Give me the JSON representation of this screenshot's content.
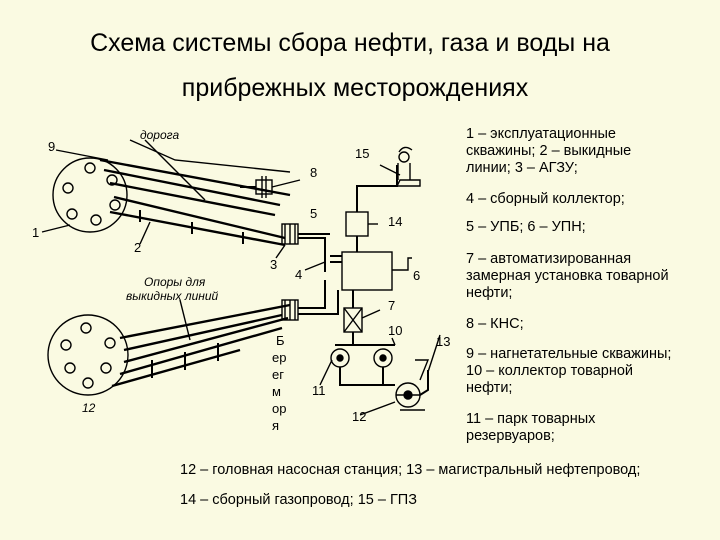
{
  "title": {
    "line1": "Схема системы сбора нефти, газа и воды на",
    "line2": "прибрежных месторождениях"
  },
  "legend": [
    "1 – эксплуатационные",
    "скважины; 2 – выкидные",
    "линии; 3 – АГЗУ;",
    "4 – сборный коллектор;",
    "5 – УПБ; 6 – УПН;",
    "7 – автоматизированная",
    "замерная установка товарной",
    "нефти;",
    "8 – КНС;",
    "9 – нагнетательные скважины;",
    "10 – коллектор товарной",
    "нефти;",
    "11 – парк товарных",
    "резервуаров;"
  ],
  "bottom": [
    "12 – головная насосная станция; 13 – магистральный нефтепровод;",
    "14 – сборный газопровод; 15 – ГПЗ"
  ],
  "diagram_labels": {
    "road": "дорога",
    "supports_1": "Опоры для",
    "supports_2": "выкидных линий",
    "shore": [
      "Б",
      "ер",
      "ег",
      "м",
      "ор",
      "я"
    ],
    "n9": "9",
    "n1": "1",
    "n2": "2",
    "n3": "3",
    "n4": "4",
    "n5": "5",
    "n6": "6",
    "n7": "7",
    "n8": "8",
    "n10": "10",
    "n11": "11",
    "n12a": "12",
    "n12b": "12",
    "n13": "13",
    "n14": "14",
    "n15": "15"
  }
}
